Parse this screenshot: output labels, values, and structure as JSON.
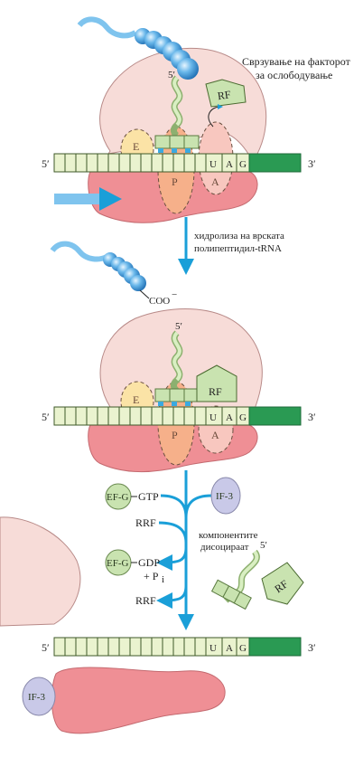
{
  "labels": {
    "five_prime": "5′",
    "three_prime": "3′",
    "site_e": "E",
    "site_p": "P",
    "site_a": "A",
    "codon_u": "U",
    "codon_a": "A",
    "codon_g": "G",
    "rf": "RF",
    "rf_binding_line1": "Сврзување на факторот",
    "rf_binding_line2": "за ослободување",
    "hydrolysis_line1": "хидролиза на врската",
    "hydrolysis_line2": "полипептидил-tRNA",
    "coo": "COO",
    "coo_sup": "−",
    "ef_g": "EF-G",
    "gtp": "GTP",
    "gdp": "GDP",
    "pi": "+ P",
    "pi_sub": "i",
    "rrf": "RRF",
    "if3": "IF-3",
    "components_line1": "компонентите",
    "components_line2": "дисоцираат"
  },
  "colors": {
    "large_subunit": "#f7dcd8",
    "small_subunit": "#ef8f95",
    "mrna_codon": "#eaf3cf",
    "mrna_tail": "#2a9a53",
    "trna": "#c9e3b0",
    "polypeptide": "#5faee0",
    "arrow": "#1a9fd8",
    "e_site": "#fbe3a6",
    "p_site": "#f6b08a",
    "a_site": "#f8c7bf",
    "if3": "#c9c9e8",
    "efg": "#c9e3b0"
  }
}
